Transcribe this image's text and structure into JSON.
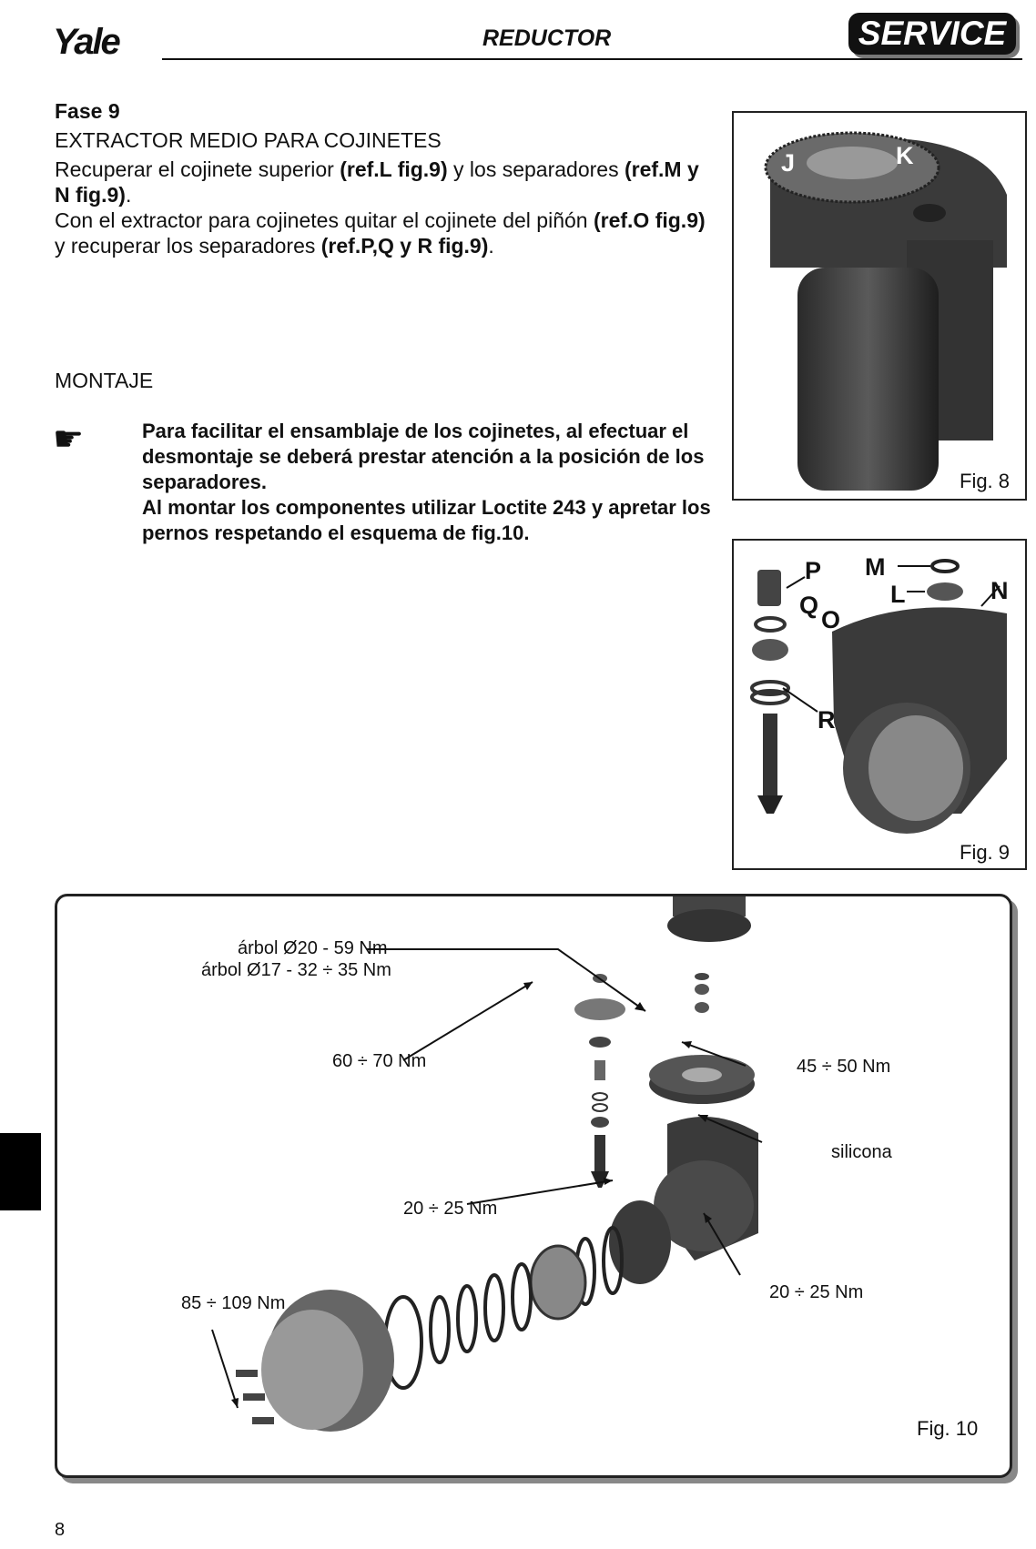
{
  "header": {
    "logo": "Yale",
    "title": "REDUCTOR",
    "badge": "SERVICE"
  },
  "section": {
    "phase": "Fase 9",
    "subtitle": "EXTRACTOR MEDIO PARA COJINETES",
    "p1_a": "Recuperar el cojinete superior ",
    "p1_b": "(ref.L fig.9)",
    "p1_c": " y los separadores ",
    "p1_d": "(ref.M y N fig.9)",
    "p1_e": ".",
    "p2_a": "Con el extractor para cojinetes quitar el cojinete del piñón ",
    "p2_b": "(ref.O fig.9)",
    "p2_c": " y recuperar los separadores ",
    "p2_d": "(ref.P,Q y R fig.9)",
    "p2_e": "."
  },
  "montaje": {
    "heading": "MONTAJE",
    "note_1": "Para facilitar el ensamblaje de los cojinetes, al efectuar el desmontaje se deberá prestar atención a la posición de los separadores.",
    "note_2": "Al montar los componentes utilizar Loctite 243 y apretar los pernos respetando el esquema de fig.10."
  },
  "fig8": {
    "label": "Fig. 8",
    "letters": [
      "J",
      "K"
    ]
  },
  "fig9": {
    "label": "Fig. 9",
    "letters": [
      "P",
      "Q",
      "O",
      "M",
      "L",
      "N",
      "R"
    ]
  },
  "fig10": {
    "label": "Fig. 10",
    "callouts": {
      "arbol_1": "árbol Ø20 - 59 Nm",
      "arbol_2": "árbol Ø17 - 32 ÷ 35 Nm",
      "c60": "60 ÷ 70 Nm",
      "c45": "45 ÷ 50 Nm",
      "silicona": "silicona",
      "c20a": "20 ÷ 25 Nm",
      "c20b": "20 ÷ 25 Nm",
      "c85": "85 ÷ 109 Nm"
    }
  },
  "footer": {
    "page_number": "8"
  }
}
